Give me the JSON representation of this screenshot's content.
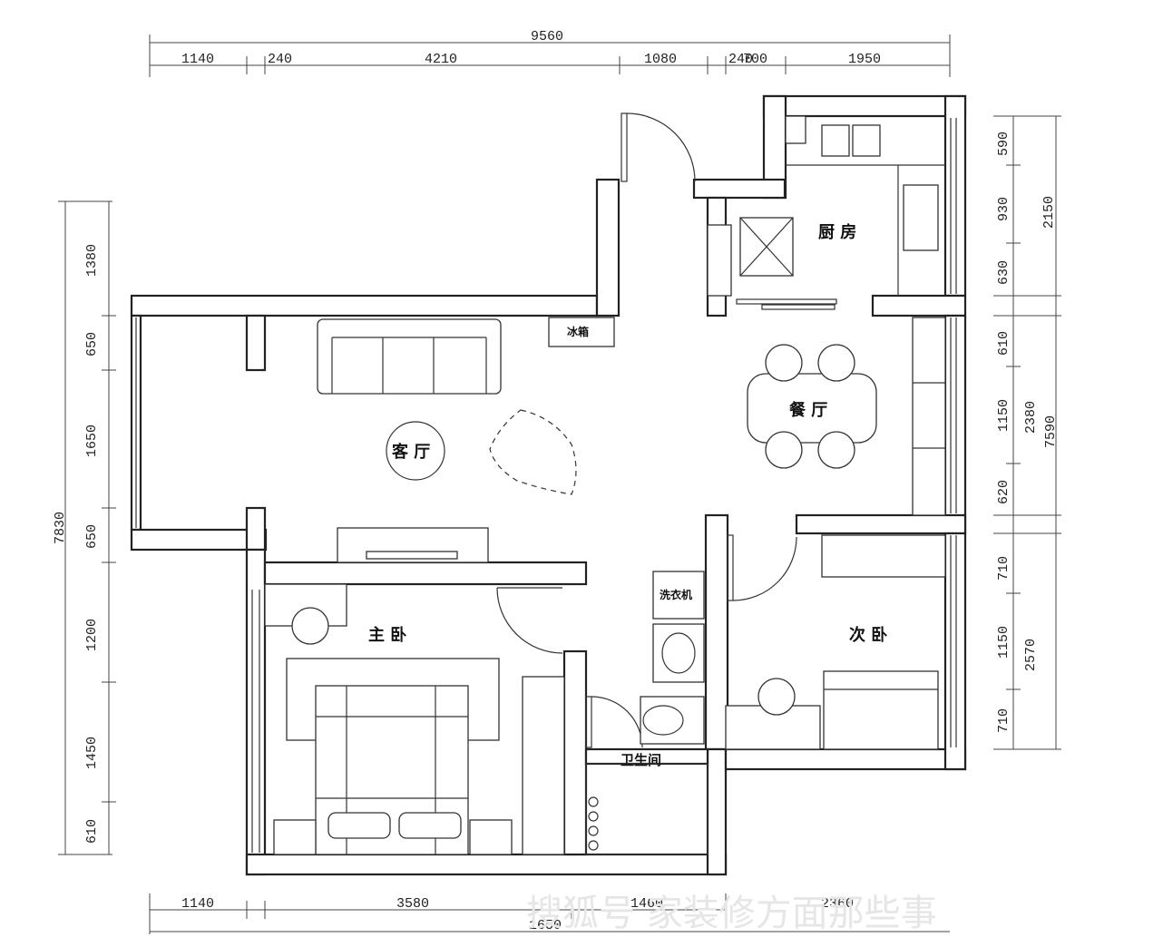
{
  "dimensions": {
    "top_total": "9560",
    "top_segments": [
      "1140",
      "240",
      "4210",
      "1080",
      "240",
      "700",
      "1950"
    ],
    "bottom_segments": [
      "1140",
      "3580",
      "1460",
      "2360"
    ],
    "bottom_total": "1650",
    "left_total": "7830",
    "left_segments": [
      "1380",
      "650",
      "1650",
      "650",
      "1200",
      "1450",
      "610"
    ],
    "right_group1_total": "2150",
    "right_group1": [
      "590",
      "930",
      "630"
    ],
    "right_group2_total": "2380",
    "right_group2": [
      "610",
      "1150",
      "620"
    ],
    "right_group3_total": "2570",
    "right_group3": [
      "710",
      "1150",
      "710"
    ],
    "right_outer_total": "7590"
  },
  "rooms": {
    "kitchen": "厨 房",
    "dining": "餐 厅",
    "living": "客 厅",
    "master_bedroom": "主 卧",
    "second_bedroom": "次 卧",
    "bathroom": "卫生间",
    "washing_machine": "洗衣机",
    "fridge": "冰箱"
  },
  "watermark": "搜狐号 家装修方面那些事"
}
